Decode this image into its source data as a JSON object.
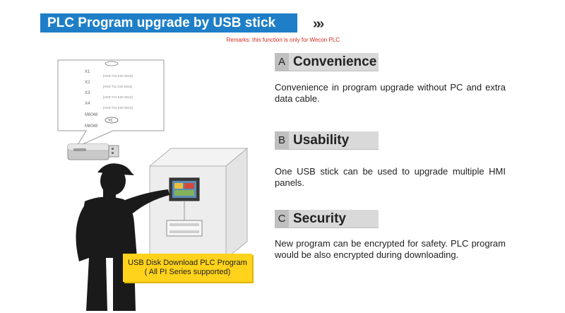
{
  "header": {
    "title": "PLC Program upgrade by USB stick",
    "chevrons": "»»",
    "remarks": "Remarks: this function is only for Wecon PLC"
  },
  "sections": [
    {
      "letter": "A",
      "title": "Convenience",
      "body": "Convenience in program upgrade without PC and extra data cable."
    },
    {
      "letter": "B",
      "title": "Usability",
      "body": "One USB stick can be used to upgrade multiple HMI panels."
    },
    {
      "letter": "C",
      "title": "Security",
      "body": "New program can be encrypted for safety. PLC program would be also encrypted during downloading."
    }
  ],
  "callout": {
    "rows": [
      {
        "label": "X1",
        "code": ""
      },
      {
        "label": "",
        "code": "[ANS T10 K20 S010]"
      },
      {
        "label": "X2",
        "code": ""
      },
      {
        "label": "",
        "code": "[ANS T11 K20 S011]"
      },
      {
        "label": "X3",
        "code": ""
      },
      {
        "label": "",
        "code": "[ANS T12 K20 S012]"
      },
      {
        "label": "X4",
        "code": ""
      },
      {
        "label": "",
        "code": "[ANS T13 K20 S013]"
      },
      {
        "label": "M8048",
        "code": ""
      },
      {
        "label": "M8048",
        "code": ""
      }
    ],
    "badge": "Y0"
  },
  "caption": {
    "line1": "USB Disk Download PLC Program",
    "line2": "( All PI Series supported)"
  },
  "colors": {
    "title_bar": "#1e7fc8",
    "remarks": "#d22a1e",
    "caption_bg": "#ffd21b",
    "silhouette": "#1a1a1a"
  }
}
